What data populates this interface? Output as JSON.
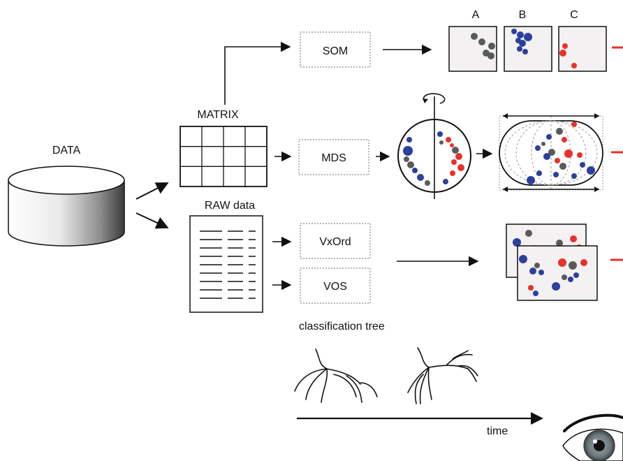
{
  "labels": {
    "data": "DATA",
    "matrix": "MATRIX",
    "raw": "RAW data",
    "som": "SOM",
    "mds": "MDS",
    "vxord": "VxOrd",
    "vos": "VOS",
    "panel_a": "A",
    "panel_b": "B",
    "panel_c": "C",
    "classification": "classification tree",
    "time": "time"
  },
  "colors": {
    "gray": "#5a5a5a",
    "blue": "#2b3f9e",
    "red": "#e8312a",
    "line": "#111111",
    "dotted": "#888888",
    "panel_bg": "#f3f1f1"
  }
}
